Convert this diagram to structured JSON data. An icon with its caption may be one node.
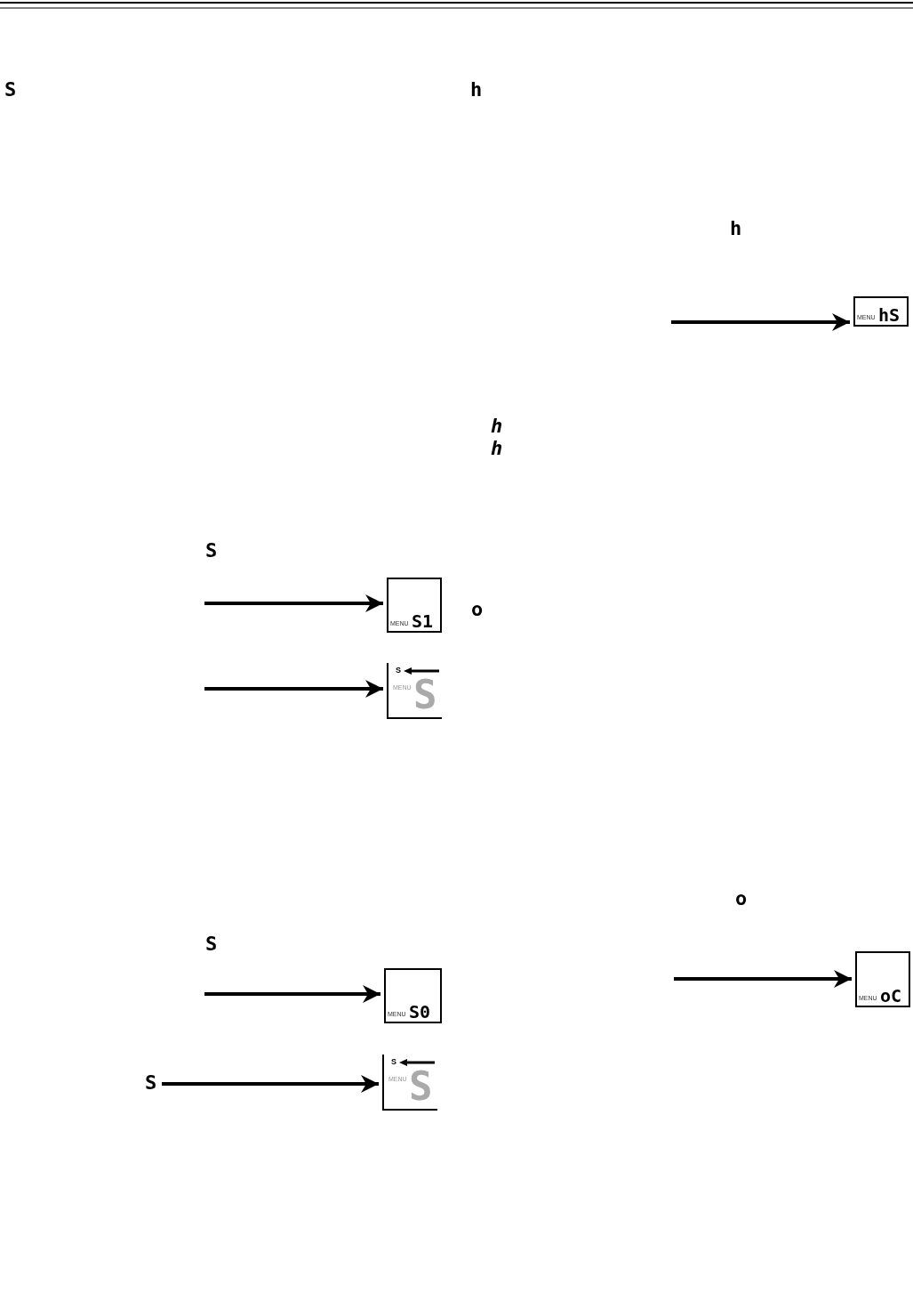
{
  "diagram": {
    "nodes": [
      {
        "text": [
          "MENU",
          "hS"
        ]
      },
      {
        "text": [
          "MENU",
          "S1"
        ]
      },
      {
        "text": [
          "S",
          "MENU",
          "S"
        ]
      },
      {
        "text": [
          "MENU",
          "S0"
        ]
      },
      {
        "text": [
          "S"
        ]
      },
      {
        "text": [
          "S",
          "MENU",
          "S"
        ]
      },
      {
        "text": [
          "MENU",
          "oC"
        ]
      }
    ],
    "edges": [
      {
        "from": null,
        "to": 0,
        "arrow": "to"
      },
      {
        "from": null,
        "to": 1,
        "arrow": "to"
      },
      {
        "from": null,
        "to": 2,
        "arrow": "to"
      },
      {
        "from": null,
        "to": 3,
        "arrow": "to"
      },
      {
        "from": 4,
        "to": 5,
        "arrow": "to"
      },
      {
        "from": null,
        "to": 6,
        "arrow": "to"
      }
    ],
    "labels": [
      "S",
      "h",
      "h",
      "h",
      "h",
      "S",
      "o",
      "o",
      "S"
    ]
  }
}
